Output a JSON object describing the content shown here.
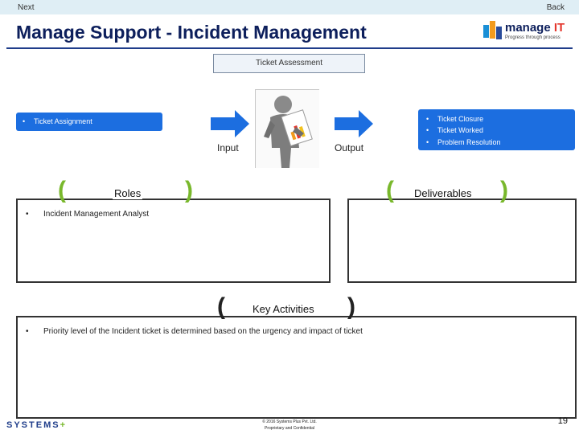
{
  "nav": {
    "next_label": "Next",
    "back_label": "Back"
  },
  "header": {
    "title": "Manage Support - Incident Management"
  },
  "logo": {
    "word_main": "manage ",
    "word_accent": "IT",
    "tagline": "Progress through process"
  },
  "ticket_assessment": {
    "label": "Ticket Assessment"
  },
  "input_items": [
    "Ticket Assignment"
  ],
  "output_items": [
    "Ticket Closure",
    "Ticket Worked",
    "Problem Resolution"
  ],
  "flow": {
    "input_label": "Input",
    "output_label": "Output"
  },
  "roles": {
    "header": "Roles",
    "items": [
      "Incident Management Analyst"
    ]
  },
  "deliverables": {
    "header": "Deliverables",
    "items": []
  },
  "key_activities": {
    "header": "Key Activities",
    "items": [
      "Priority level of the Incident ticket is determined based on the urgency and impact of ticket"
    ]
  },
  "footer": {
    "brand": "SYSTEMS",
    "brand_plus": "+",
    "copyright_line1": "© 2016 Systems Plus Pvt. Ltd.",
    "copyright_line2": "Proprietary and Confidential",
    "page_number": "19"
  },
  "colors": {
    "accent_blue": "#1c6ee0",
    "bracket_green": "#79b82c",
    "title_navy": "#0d1f5c"
  },
  "icons": {
    "flow_arrow": "arrow-right-icon",
    "person": "person-with-document-icon"
  }
}
